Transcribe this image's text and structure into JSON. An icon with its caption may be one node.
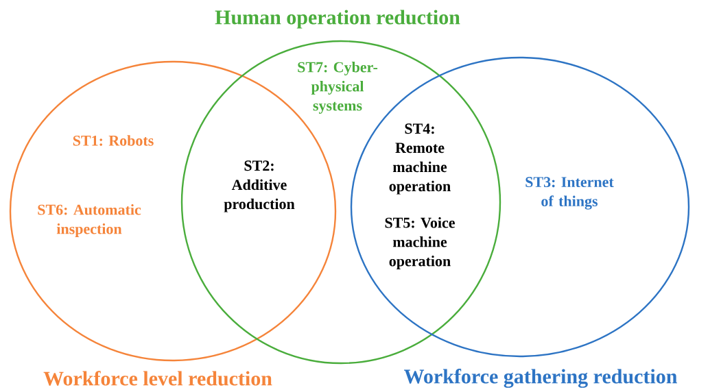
{
  "diagram": {
    "nodes": [
      {
        "text": [
          "Workforce level reduction"
        ]
      },
      {
        "text": [
          "Human operation reduction"
        ]
      },
      {
        "text": [
          "Workforce gathering reduction"
        ]
      }
    ],
    "labels": [
      "ST7: Cyber-physical systems",
      "ST4: Remote machine operation",
      "ST1: Robots",
      "ST2: Additive production",
      "ST3: Internet of things",
      "ST6: Automatic inspection",
      "ST5: Voice machine operation"
    ]
  }
}
